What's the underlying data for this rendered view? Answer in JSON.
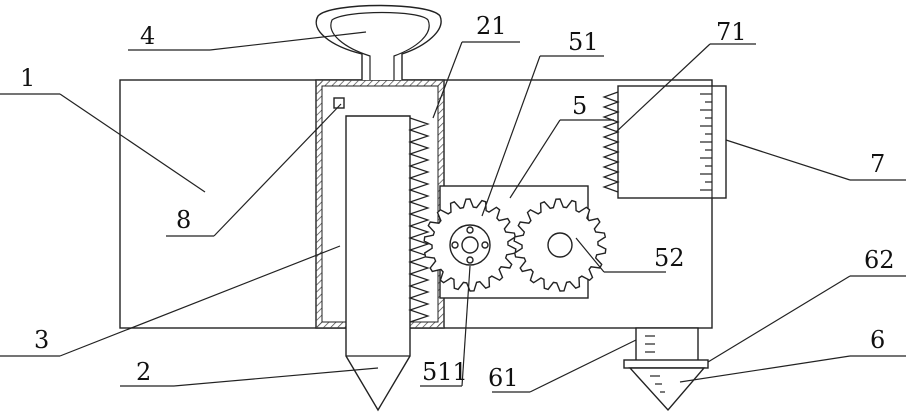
{
  "labels": {
    "l1": "1",
    "l2": "2",
    "l3": "3",
    "l4": "4",
    "l5": "5",
    "l6": "6",
    "l7": "7",
    "l8": "8",
    "l21": "21",
    "l51": "51",
    "l52": "52",
    "l61": "61",
    "l62": "62",
    "l71": "71",
    "l511": "511"
  }
}
